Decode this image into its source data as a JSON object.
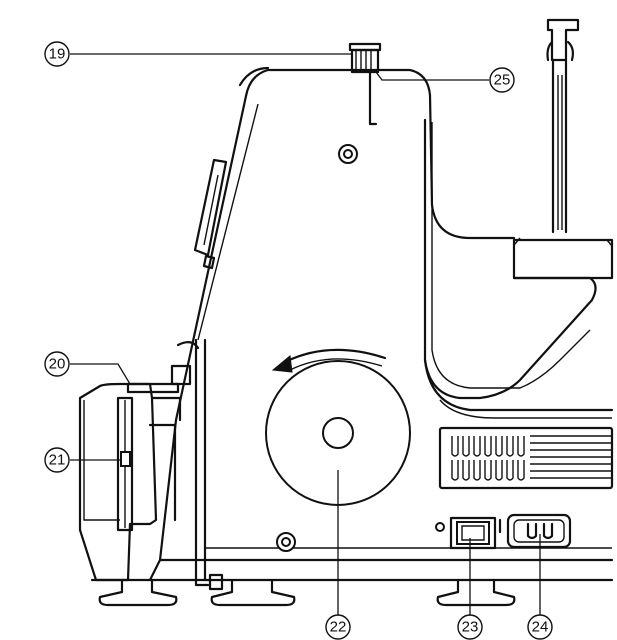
{
  "callouts": [
    {
      "id": "19",
      "label": "19"
    },
    {
      "id": "20",
      "label": "20"
    },
    {
      "id": "21",
      "label": "21"
    },
    {
      "id": "22",
      "label": "22"
    },
    {
      "id": "23",
      "label": "23"
    },
    {
      "id": "24",
      "label": "24"
    },
    {
      "id": "25",
      "label": "25"
    }
  ]
}
